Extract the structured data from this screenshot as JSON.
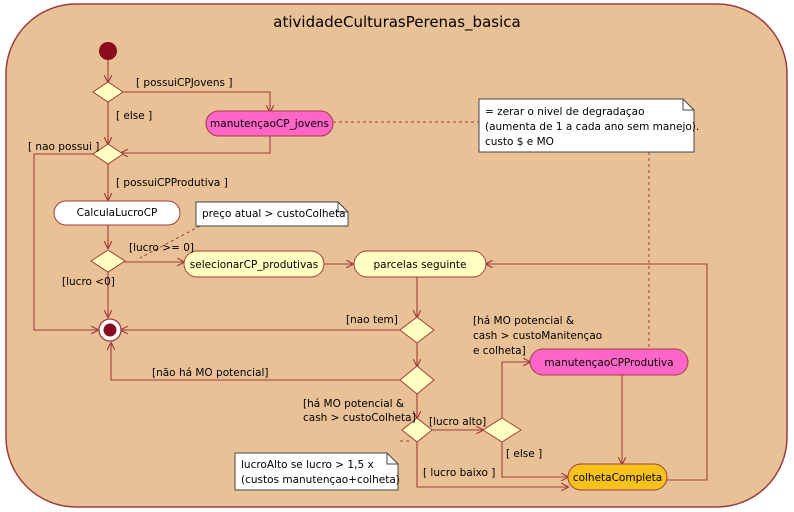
{
  "title": "atividadeCulturasPerenas_basica",
  "colors": {
    "background": "#e9c196",
    "frame": "#9e3a3a",
    "edge": "#a23c3c",
    "decision": "#ffffc2",
    "action_plain": "#ffffff",
    "action_yellow": "#ffffc2",
    "action_pink": "#ff66c8",
    "action_orange": "#f6c21c",
    "note": "#ffffff"
  },
  "nodes": {
    "manutencao_jovens": "manutençaoCP_jovens",
    "calcula_lucro": "CalculaLucroCP",
    "selecionar": "selecionarCP_produtivas",
    "parcelas": "parcelas seguinte",
    "manutencao_produtiva": "manutençaoCPProdutiva",
    "colheta_completa": "colhetaCompleta"
  },
  "guards": {
    "possui_jovens": "[ possuiCPJovens ]",
    "else_1": "[ else ]",
    "nao_possui": "[ nao possui ]",
    "possui_produtiva": "[ possuiCPProdutiva ]",
    "lucro_ge0": "[lucro >= 0]",
    "lucro_lt0": "[lucro <0]",
    "nao_tem": "[nao tem]",
    "nao_ha_mo": "[não há MO potencial]",
    "ha_mo_colheita": [
      "[há MO potencial &",
      "cash > custoColheta]"
    ],
    "lucro_alto": "[lucro alto]",
    "lucro_baixo": "[ lucro baixo ]",
    "else_2": "[ else ]",
    "ha_mo_manut": [
      "[há MO potencial &",
      "cash > custoManitençao",
      "e colheta]"
    ]
  },
  "notes": {
    "degradacao": [
      "= zerar o nivel de degradaçao",
      "(aumenta de 1 a cada ano sem manejo).",
      "custo $ e MO"
    ],
    "preco": [
      "preço atual > custoColheta"
    ],
    "lucro_alto": [
      "lucroAlto se lucro > 1,5 x",
      "(custos manutençao+colheta)"
    ]
  }
}
